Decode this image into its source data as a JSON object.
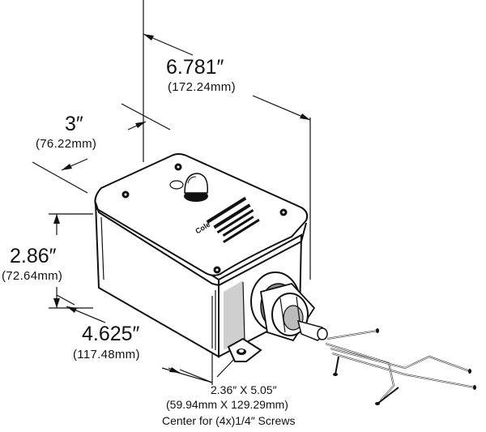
{
  "dimensions": {
    "width": {
      "inches": "6.781″",
      "mm": "(172.24mm)"
    },
    "depth": {
      "inches": "3″",
      "mm": "(76.22mm)"
    },
    "height": {
      "inches": "2.86″",
      "mm": "(72.64mm)"
    },
    "length": {
      "inches": "4.625″",
      "mm": "(117.48mm)"
    }
  },
  "mounting_note": {
    "line1": "2.36″ X 5.05″",
    "line2": "(59.94mm X 129.29mm)",
    "line3": "Center for (4x)1/4″ Screws"
  },
  "lid_logo": "Cole"
}
